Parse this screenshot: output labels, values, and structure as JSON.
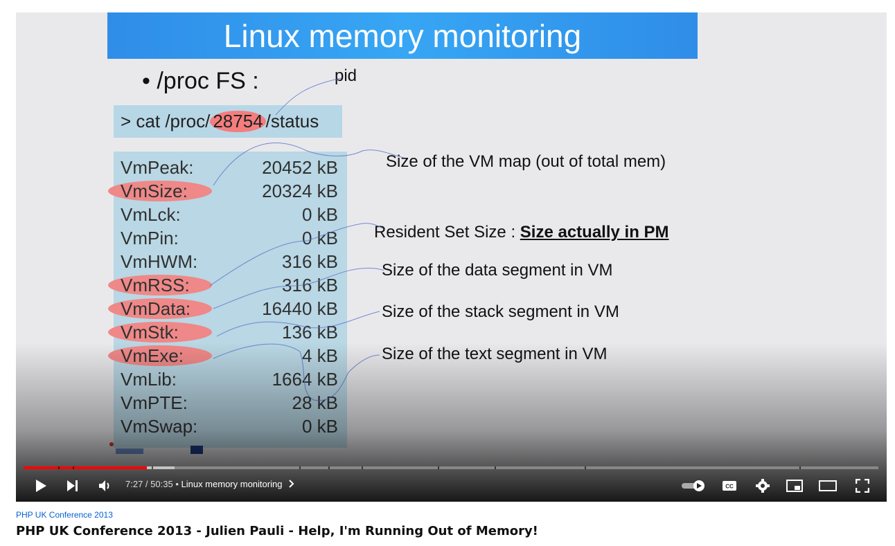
{
  "slide": {
    "title": "Linux memory monitoring",
    "bullet": "• /proc FS :",
    "pid_label": "pid",
    "command_prefix": "> cat /proc/",
    "command_pid": "28754",
    "command_suffix": "/status",
    "status_rows": [
      {
        "key": "VmPeak:",
        "value": "20452 kB"
      },
      {
        "key": "VmSize:",
        "value": "20324 kB"
      },
      {
        "key": "VmLck:",
        "value": "0 kB"
      },
      {
        "key": "VmPin:",
        "value": "0 kB"
      },
      {
        "key": "VmHWM:",
        "value": "316 kB"
      },
      {
        "key": "VmRSS:",
        "value": "316 kB"
      },
      {
        "key": "VmData:",
        "value": "16440 kB"
      },
      {
        "key": "VmStk:",
        "value": "136 kB"
      },
      {
        "key": "VmExe:",
        "value": "4 kB"
      },
      {
        "key": "VmLib:",
        "value": "1664 kB"
      },
      {
        "key": "VmPTE:",
        "value": "28 kB"
      },
      {
        "key": "VmSwap:",
        "value": "0 kB"
      }
    ],
    "annotations": {
      "vm_map": "Size of the VM map (out of total mem)",
      "rss_prefix": "Resident Set Size : ",
      "rss_bold": "Size actually in PM",
      "data_segment": "Size of the data segment in VM",
      "stack_segment": "Size of the stack segment in VM",
      "text_segment": "Size of the text segment in VM"
    }
  },
  "player": {
    "progress_fraction": 0.1443,
    "current_time": "7:27",
    "separator": " / ",
    "duration": "50:35",
    "bullet": " • ",
    "chapter": "Linux memory monitoring",
    "icons": {
      "play": "play-icon",
      "next": "next-icon",
      "volume": "volume-icon",
      "chapter_arrow": "chevron-right-icon",
      "autoplay": "autoplay-toggle-icon",
      "captions": "captions-icon",
      "settings": "gear-icon",
      "miniplayer": "miniplayer-icon",
      "theater": "theater-icon",
      "fullscreen": "fullscreen-icon"
    },
    "accent_color": "#ff0000"
  },
  "video": {
    "channel": "PHP UK Conference 2013",
    "title": "PHP UK Conference 2013 - Julien Pauli - Help, I'm Running Out of Memory!"
  }
}
